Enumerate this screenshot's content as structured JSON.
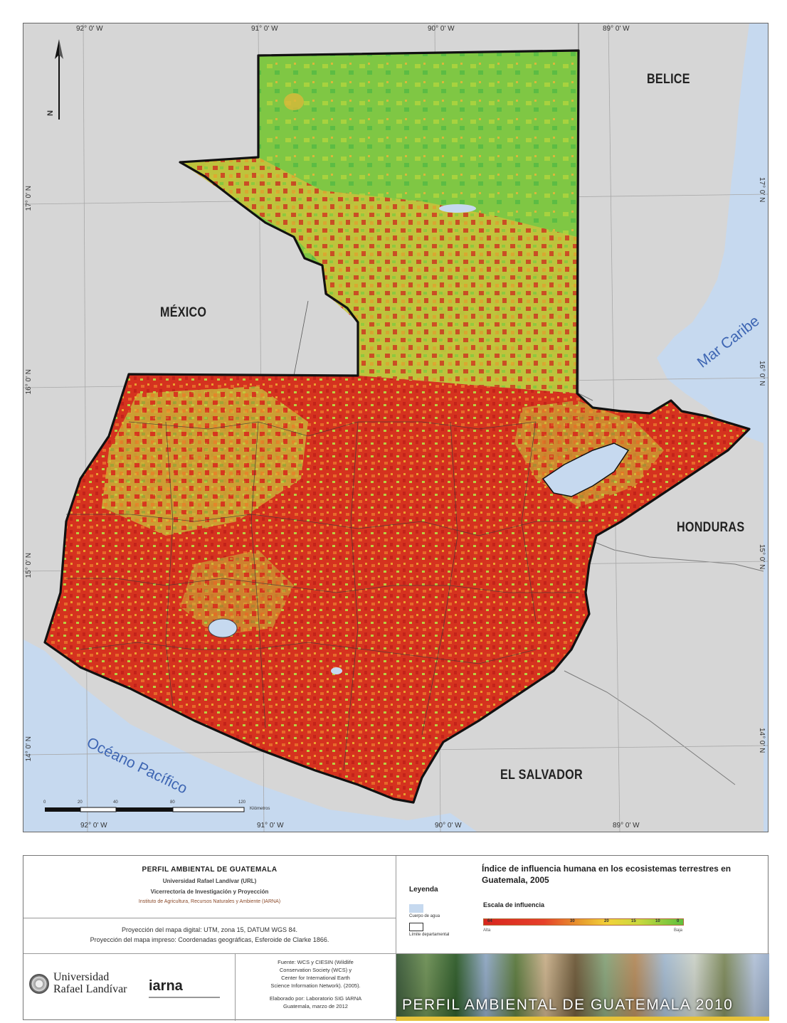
{
  "map": {
    "coords": {
      "top": [
        "92° 0' W",
        "91° 0' W",
        "90° 0' W",
        "89° 0' W"
      ],
      "bottom": [
        "92° 0' W",
        "91° 0' W",
        "90° 0' W",
        "89° 0' W"
      ],
      "left": [
        "17° 0' N",
        "16° 0' N",
        "15° 0' N",
        "14° 0' N"
      ],
      "right": [
        "17° 0' N",
        "16° 0' N",
        "15° 0' N",
        "14° 0' N"
      ]
    },
    "north_label": "N",
    "countries": {
      "belice": "BELICE",
      "mexico": "MÉXICO",
      "honduras": "HONDURAS",
      "el_salvador": "EL SALVADOR"
    },
    "seas": {
      "caribe": "Mar Caribe",
      "pacifico": "Océano Pacífico"
    },
    "scale_bar": {
      "ticks": [
        "0",
        "20",
        "40",
        "80",
        "120"
      ],
      "unit": "Kilómetros"
    },
    "colors": {
      "land_outside": "#d7d7d7",
      "water": "#c6d9ef",
      "border": "#111111",
      "high": "#d8261e",
      "low": "#5ec03e"
    }
  },
  "panel": {
    "title": {
      "line1": "PERFIL AMBIENTAL DE GUATEMALA",
      "line2": "Universidad Rafael Landívar (URL)",
      "line3": "Vicerrectoría de Investigación y Proyección",
      "line4": "Instituto de Agricultura, Recursos Naturales y Ambiente (IARNA)"
    },
    "projection": {
      "line1": "Proyección del mapa digital: UTM, zona 15, DATUM WGS 84.",
      "line2": "Proyección del mapa impreso: Coordenadas geográficas, Esferoide de Clarke 1866."
    },
    "logos": {
      "url_line1": "Universidad",
      "url_line2": "Rafael Landívar",
      "iarna": "iarna"
    },
    "source": {
      "line1": "Fuente: WCS y CIESIN (Wildlife",
      "line2": "Conservation Society (WCS) y",
      "line3": "Center for International Earth",
      "line4": "Science Information Network). (2005).",
      "line5": "Elaborado por: Laboratorio SIG IARNA",
      "line6": "Guatemala, marzo de 2012"
    },
    "legend": {
      "title": "Leyenda",
      "water": "Cuerpo de agua",
      "boundary": "Límite departamental",
      "index_title": "Índice de influencia humana en los ecosistemas terrestres en Guatemala, 2005",
      "scale_title": "Escala de influencia",
      "ticks": [
        "64",
        "30",
        "20",
        "15",
        "10",
        "0"
      ],
      "ramp_high": "Alta",
      "ramp_low": "Baja"
    },
    "banner": "PERFIL AMBIENTAL DE GUATEMALA 2010"
  }
}
